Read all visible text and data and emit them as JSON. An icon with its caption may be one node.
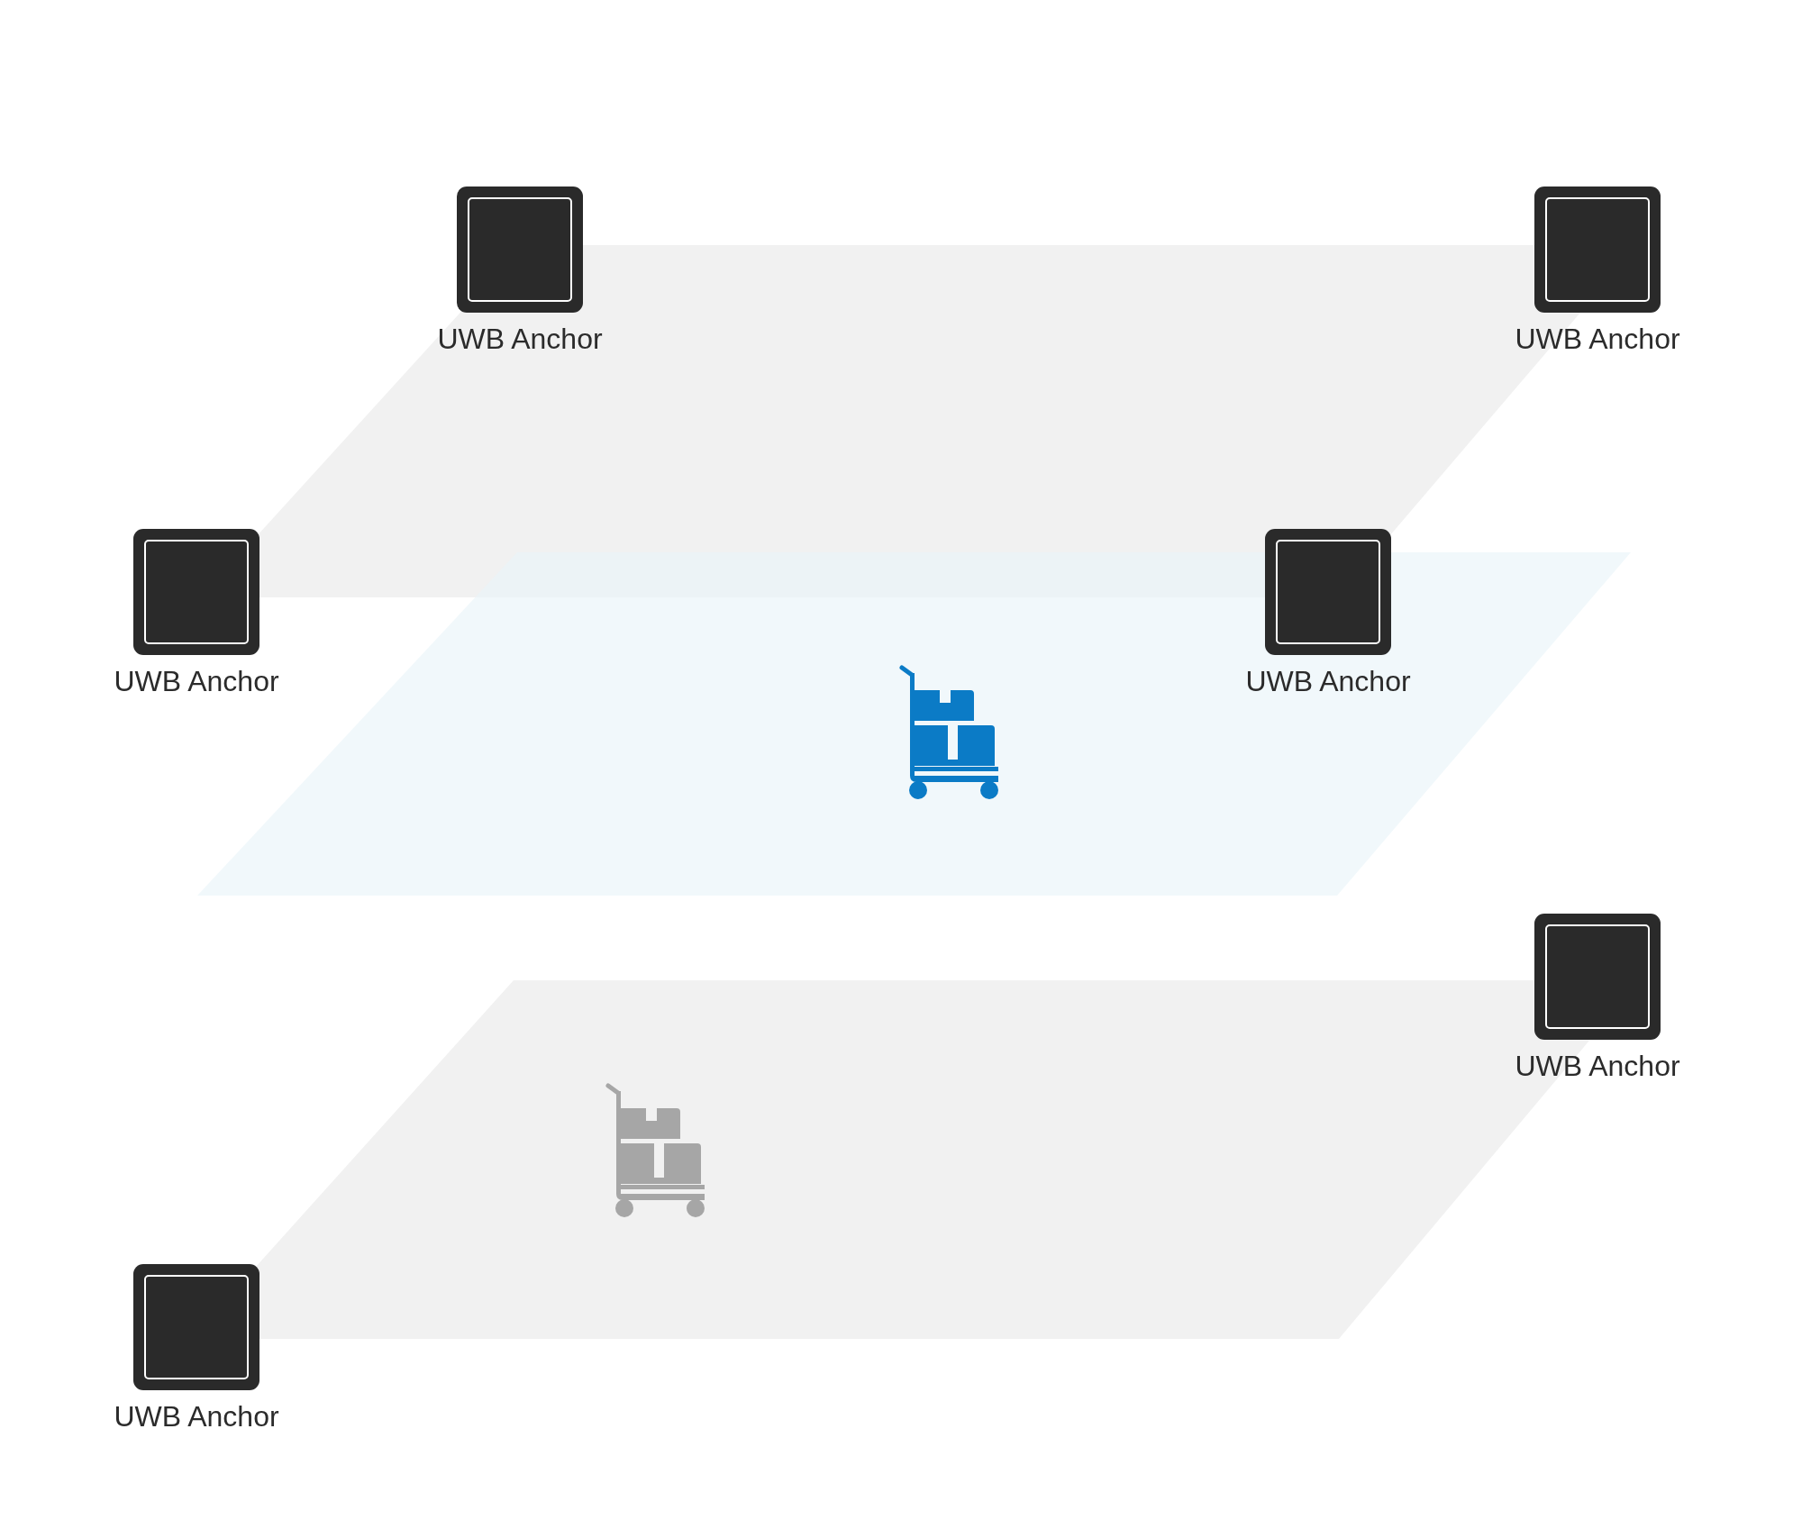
{
  "diagram": {
    "nodes": [
      {
        "text": [
          "UWB Anchor"
        ]
      },
      {
        "text": [
          "UWB Anchor"
        ]
      },
      {
        "text": [
          "UWB Anchor"
        ]
      },
      {
        "text": [
          "UWB Anchor"
        ]
      },
      {
        "text": [
          "UWB Anchor"
        ]
      },
      {
        "text": [
          "UWB Anchor"
        ]
      }
    ]
  }
}
